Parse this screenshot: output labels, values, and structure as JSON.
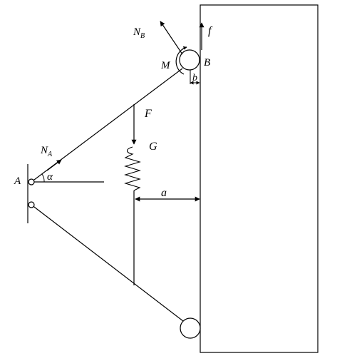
{
  "labels": {
    "N": "N",
    "A_sub": "A",
    "B_sub": "B",
    "f": "f",
    "M": "M",
    "B": "B",
    "b": "b",
    "F": "F",
    "G": "G",
    "A": "A",
    "alpha": "α",
    "a": "a"
  },
  "colors": {
    "line": "#000000",
    "background": "#ffffff"
  }
}
